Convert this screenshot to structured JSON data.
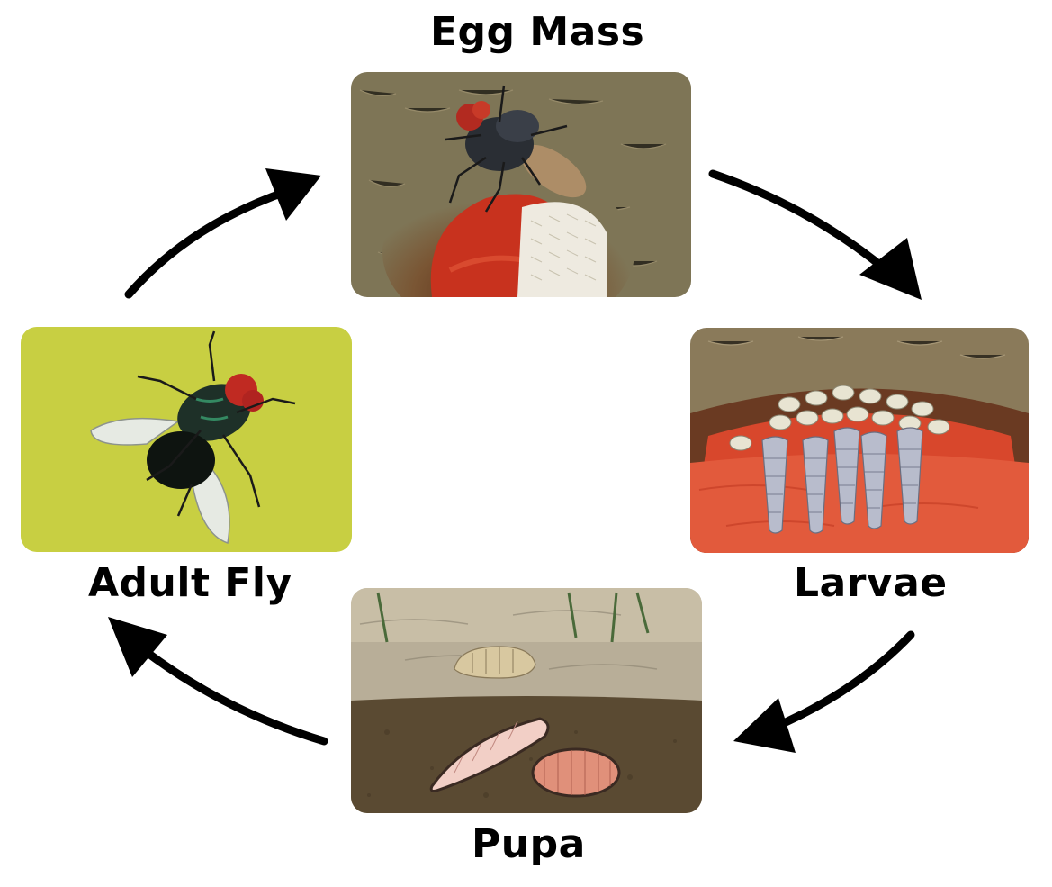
{
  "stages": {
    "egg_mass": {
      "label": "Egg Mass"
    },
    "larvae": {
      "label": "Larvae"
    },
    "pupa": {
      "label": "Pupa"
    },
    "adult_fly": {
      "label": "Adult Fly"
    }
  },
  "colors": {
    "arrow": "#000000",
    "text": "#000000",
    "wound_red": "#c8321e",
    "fur": "#7a6a4a",
    "adult_background": "#c4cc3a",
    "soil": "#5a4a32",
    "sand": "#b8ae98"
  }
}
